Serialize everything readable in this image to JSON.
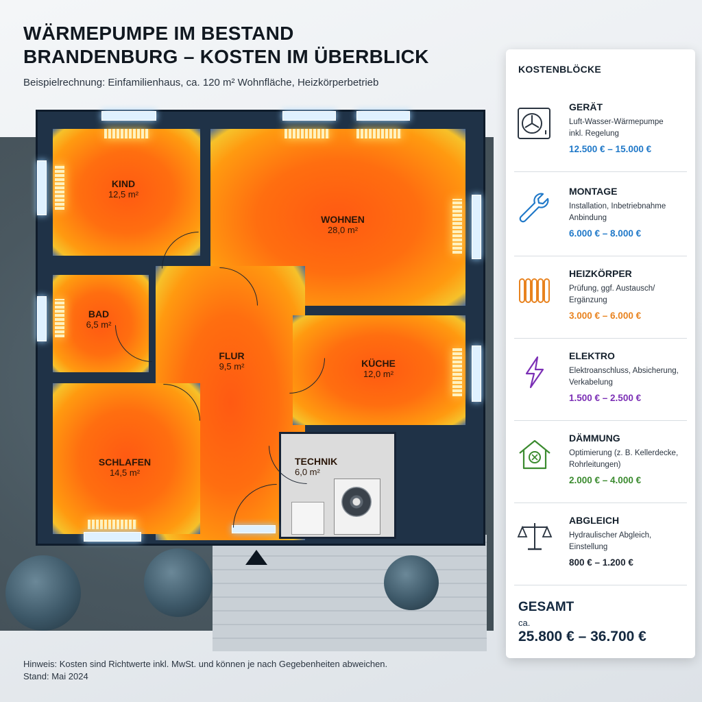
{
  "header": {
    "title_line1": "WÄRMEPUMPE IM BESTAND",
    "title_line2": "BRANDENBURG – KOSTEN IM ÜBERBLICK",
    "subtitle": "Beispielrechnung: Einfamilienhaus, ca. 120 m² Wohnfläche, Heizkörperbetrieb"
  },
  "rooms": {
    "kind": {
      "name": "KIND",
      "area": "12,5 m²"
    },
    "wohnen": {
      "name": "WOHNEN",
      "area": "28,0 m²"
    },
    "bad": {
      "name": "BAD",
      "area": "6,5 m²"
    },
    "flur": {
      "name": "FLUR",
      "area": "9,5 m²"
    },
    "kueche": {
      "name": "KÜCHE",
      "area": "12,0 m²"
    },
    "schlafen": {
      "name": "SCHLAFEN",
      "area": "14,5 m²"
    },
    "technik": {
      "name": "TECHNIK",
      "area": "6,0 m²"
    }
  },
  "panel": {
    "heading": "KOSTENBLÖCKE",
    "items": [
      {
        "name": "GERÄT",
        "desc1": "Luft-Wasser-Wärmepumpe",
        "desc2": "inkl. Regelung",
        "price": "12.500 € – 15.000 €",
        "color": "#1f78c8",
        "icon": "heat-pump-icon"
      },
      {
        "name": "MONTAGE",
        "desc1": "Installation, Inbetriebnahme",
        "desc2": "Anbindung",
        "price": "6.000 € – 8.000 €",
        "color": "#1f78c8",
        "icon": "wrench-icon"
      },
      {
        "name": "HEIZKÖRPER",
        "desc1": "Prüfung, ggf. Austausch/",
        "desc2": "Ergänzung",
        "price": "3.000 € – 6.000 €",
        "color": "#e8821e",
        "icon": "radiator-icon"
      },
      {
        "name": "ELEKTRO",
        "desc1": "Elektroanschluss, Absicherung,",
        "desc2": "Verkabelung",
        "price": "1.500 € – 2.500 €",
        "color": "#7b2fb5",
        "icon": "lightning-icon"
      },
      {
        "name": "DÄMMUNG",
        "desc1": "Optimierung (z. B. Kellerdecke,",
        "desc2": "Rohrleitungen)",
        "price": "2.000 € – 4.000 €",
        "color": "#3a8a2e",
        "icon": "house-insulation-icon"
      },
      {
        "name": "ABGLEICH",
        "desc1": "Hydraulischer Abgleich,",
        "desc2": "Einstellung",
        "price": "800 € – 1.200 €",
        "color": "#1c2430",
        "icon": "balance-scale-icon"
      }
    ],
    "total_label": "GESAMT",
    "total_prefix": "ca.",
    "total_value": "25.800 € – 36.700 €"
  },
  "footer": {
    "note_line1": "Hinweis: Kosten sind Richtwerte inkl. MwSt. und können je nach Gegebenheiten abweichen.",
    "note_line2": "Stand: Mai 2024"
  }
}
